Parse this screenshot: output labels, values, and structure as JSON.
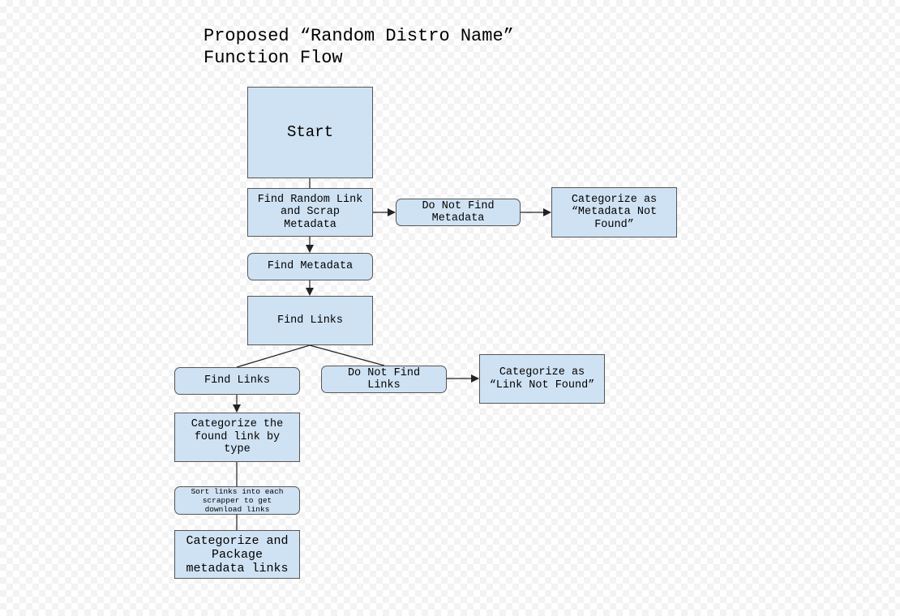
{
  "title": {
    "line1": "Proposed “Random Distro Name”",
    "line2": "Function Flow"
  },
  "nodes": {
    "start": "Start",
    "find_random_link": "Find Random Link\nand Scrap\nMetadata",
    "do_not_find_metadata": "Do Not Find\nMetadata",
    "categorize_metadata_not_found": "Categorize as\n“Metadata Not\nFound”",
    "find_metadata": "Find Metadata",
    "find_links_main": "Find Links",
    "find_links_branch": "Find Links",
    "do_not_find_links": "Do Not Find\nLinks",
    "categorize_link_not_found": "Categorize as\n“Link Not Found”",
    "categorize_found_link": "Categorize the\nfound link by\ntype",
    "sort_links": "Sort links into each\nscrapper to get\ndownload links",
    "categorize_package": "Categorize and\nPackage\nmetadata links"
  },
  "colors": {
    "node_fill": "#cfe2f3",
    "node_border": "#555555",
    "edge": "#222222"
  }
}
